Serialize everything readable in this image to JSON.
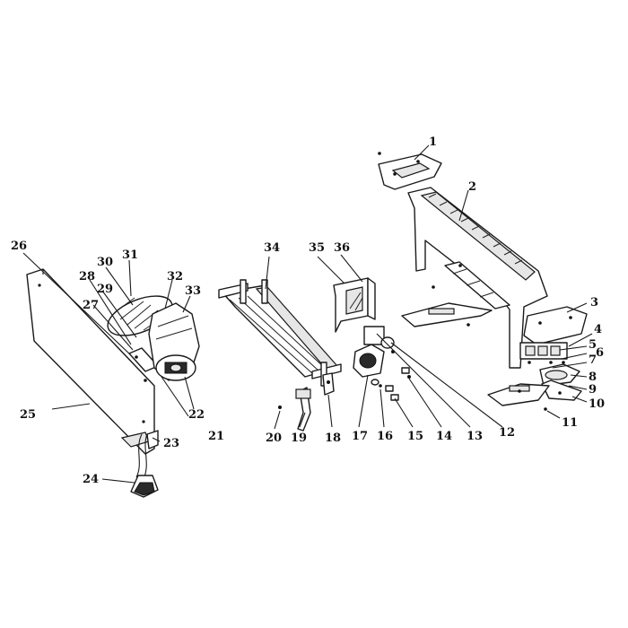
{
  "colors": {
    "ink": "#1a1a1a",
    "background": "#ffffff"
  },
  "callouts": [
    {
      "id": "1",
      "label": "1"
    },
    {
      "id": "2",
      "label": "2"
    },
    {
      "id": "3",
      "label": "3"
    },
    {
      "id": "4",
      "label": "4"
    },
    {
      "id": "5",
      "label": "5"
    },
    {
      "id": "6",
      "label": "6"
    },
    {
      "id": "7",
      "label": "7"
    },
    {
      "id": "8",
      "label": "8"
    },
    {
      "id": "9",
      "label": "9"
    },
    {
      "id": "10",
      "label": "10"
    },
    {
      "id": "11",
      "label": "11"
    },
    {
      "id": "12",
      "label": "12"
    },
    {
      "id": "13",
      "label": "13"
    },
    {
      "id": "14",
      "label": "14"
    },
    {
      "id": "15",
      "label": "15"
    },
    {
      "id": "16",
      "label": "16"
    },
    {
      "id": "17",
      "label": "17"
    },
    {
      "id": "18",
      "label": "18"
    },
    {
      "id": "19",
      "label": "19"
    },
    {
      "id": "20",
      "label": "20"
    },
    {
      "id": "21",
      "label": "21"
    },
    {
      "id": "22",
      "label": "22"
    },
    {
      "id": "23",
      "label": "23"
    },
    {
      "id": "24",
      "label": "24"
    },
    {
      "id": "25",
      "label": "25"
    },
    {
      "id": "26",
      "label": "26"
    },
    {
      "id": "27",
      "label": "27"
    },
    {
      "id": "28",
      "label": "28"
    },
    {
      "id": "29",
      "label": "29"
    },
    {
      "id": "30",
      "label": "30"
    },
    {
      "id": "31",
      "label": "31"
    },
    {
      "id": "32",
      "label": "32"
    },
    {
      "id": "33",
      "label": "33"
    },
    {
      "id": "34",
      "label": "34"
    },
    {
      "id": "35",
      "label": "35"
    },
    {
      "id": "36",
      "label": "36"
    }
  ]
}
